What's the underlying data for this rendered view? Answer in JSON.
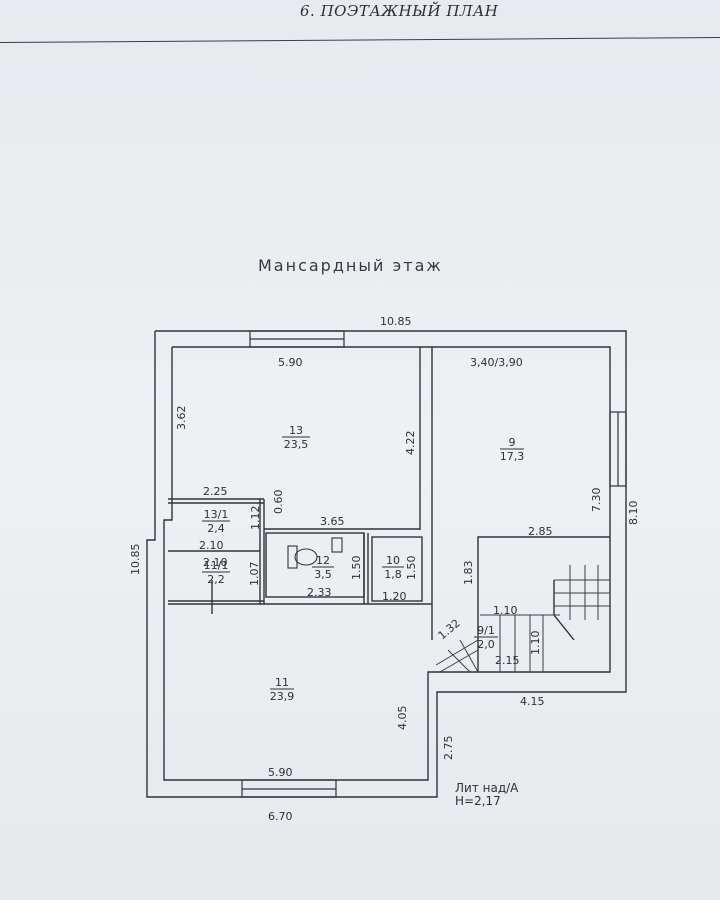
{
  "header": {
    "title": "6. ПОЭТАЖНЫЙ ПЛАН"
  },
  "floor": {
    "title": "Мансардный этаж"
  },
  "rooms": [
    {
      "id": "r13",
      "number": "13",
      "area": "23,5"
    },
    {
      "id": "r9",
      "number": "9",
      "area": "17,3"
    },
    {
      "id": "r13_1",
      "number": "13/1",
      "area": "2,4"
    },
    {
      "id": "r11_1",
      "number": "11/1",
      "area": "2,2"
    },
    {
      "id": "r12",
      "number": "12",
      "area": "3,5"
    },
    {
      "id": "r10",
      "number": "10",
      "area": "1,8"
    },
    {
      "id": "r9_1",
      "number": "9/1",
      "area": "2,0"
    },
    {
      "id": "r11",
      "number": "11",
      "area": "23,9"
    }
  ],
  "dimensions": {
    "top_total": "10.85",
    "room13_width": "5.90",
    "room9_width": "3,40/3,90",
    "room13_depth": "3.62",
    "room13_right": "4.22",
    "left_total": "10.85",
    "r13_1_width": "2.25",
    "r13_1_depth": "1.12",
    "partition": "0.60",
    "corridor_width": "3.65",
    "r11_1_width": "2.10",
    "r11_1_width2": "2.10",
    "r11_1_depth": "1.07",
    "wc_width": "2.33",
    "wc_depth": "1.50",
    "r10_depth": "1.50",
    "r10_width": "1.20",
    "stair_depth": "1.83",
    "stair_width": "2.85",
    "room9_depth": "7.30",
    "right_total": "8.10",
    "landing_width": "1.10",
    "landing_depth": "1.10",
    "stair_diag": "1.32",
    "r9_1_width": "2.15",
    "lower_right": "4.15",
    "room11_depth": "4.05",
    "room11_width": "5.90",
    "step": "2.75",
    "bottom_total": "6.70"
  },
  "note": {
    "lit": "Лит над/А",
    "height": "H=2,17"
  }
}
